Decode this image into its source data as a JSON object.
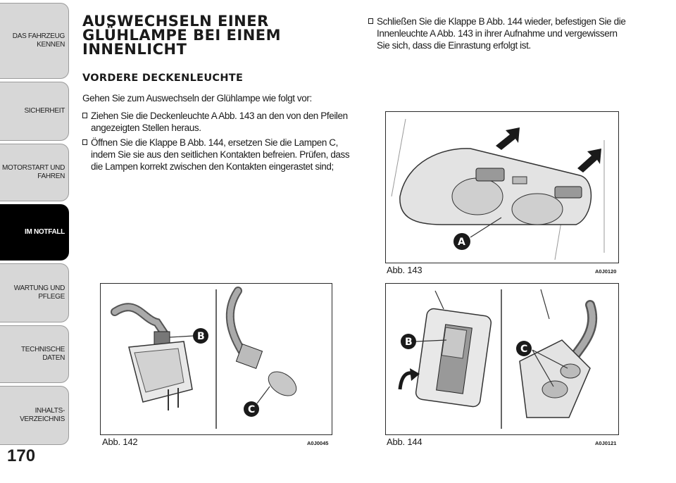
{
  "sidebar": {
    "tabs": [
      {
        "label": "DAS FAHRZEUG\nKENNEN"
      },
      {
        "label": "SICHERHEIT"
      },
      {
        "label": "MOTORSTART UND\nFAHREN"
      },
      {
        "label": "IM NOTFALL"
      },
      {
        "label": "WARTUNG UND\nPFLEGE"
      },
      {
        "label": "TECHNISCHE DATEN"
      },
      {
        "label": "INHALTS-\nVERZEICHNIS"
      }
    ],
    "active": "IM NOTFALL"
  },
  "page_number": "170",
  "heading": "AUSWECHSELN EINER GLÜHLAMPE BEI EINEM INNENLICHT",
  "subheading": "VORDERE DECKENLEUCHTE",
  "intro": "Gehen Sie zum Auswechseln der Glühlampe wie folgt vor:",
  "steps": [
    "Ziehen Sie die Deckenleuchte A Abb. 143 an den von den Pfeilen angezeigten Stellen heraus.",
    "Öffnen Sie die Klappe B Abb. 144, ersetzen Sie die Lampen C, indem Sie sie aus den seitlichen Kontakten befreien. Prüfen, dass die Lampen korrekt zwischen den Kontakten eingerastet sind;"
  ],
  "right_step": "Schließen Sie die Klappe B Abb. 144 wieder, befestigen Sie die Innenleuchte A Abb. 143 in ihrer Aufnahme und vergewissern Sie sich, dass die Einrastung erfolgt ist.",
  "figures": {
    "fig142": {
      "caption": "Abb. 142",
      "code": "A0J0045",
      "labels": [
        "B",
        "C"
      ]
    },
    "fig143": {
      "caption": "Abb. 143",
      "code": "A0J0120",
      "labels": [
        "A"
      ]
    },
    "fig144": {
      "caption": "Abb. 144",
      "code": "A0J0121",
      "labels": [
        "B",
        "C"
      ]
    }
  },
  "colors": {
    "tab_bg": "#d7d7d7",
    "tab_active": "#000000",
    "text": "#1a1a1a"
  }
}
